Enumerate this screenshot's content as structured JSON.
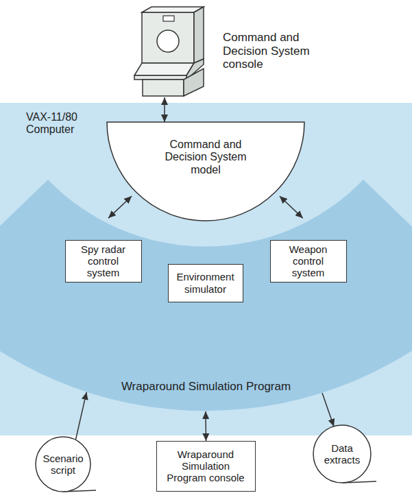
{
  "diagram": {
    "nodes": [
      {
        "text": [
          "Command and Decision System console"
        ]
      },
      {
        "text": [
          "VAX-11/80 Computer"
        ]
      },
      {
        "text": [
          "Command and Decision System model"
        ],
        "in": 1
      },
      {
        "text": [
          "Wraparound Simulation Program"
        ],
        "in": 1
      },
      {
        "text": [
          "Spy radar control system"
        ],
        "in": 3
      },
      {
        "text": [
          "Environment simulator"
        ],
        "in": 3
      },
      {
        "text": [
          "Weapon control system"
        ],
        "in": 3
      },
      {
        "text": [
          "Scenario script"
        ]
      },
      {
        "text": [
          "Wraparound Simulation Program console"
        ]
      },
      {
        "text": [
          "Data extracts"
        ]
      }
    ],
    "edges": [
      {
        "from": 0,
        "to": 2,
        "arrow": "both"
      },
      {
        "from": 2,
        "to": 3,
        "arrow": "both"
      },
      {
        "from": 2,
        "to": 3,
        "arrow": "both"
      },
      {
        "from": 7,
        "to": 3,
        "arrow": "to"
      },
      {
        "from": 8,
        "to": 3,
        "arrow": "both"
      },
      {
        "from": 3,
        "to": 9,
        "arrow": "to"
      }
    ]
  }
}
